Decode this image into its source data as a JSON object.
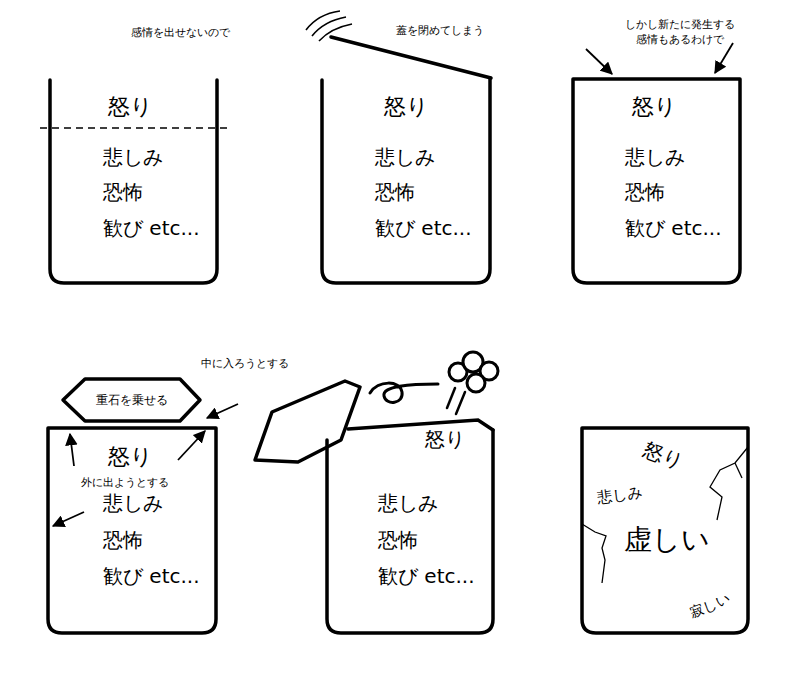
{
  "diagram": {
    "nodes": [
      {
        "text": [
          "怒り",
          "悲しみ",
          "恐怖",
          "歓び etc..."
        ]
      },
      {
        "text": [
          "怒り",
          "悲しみ",
          "恐怖",
          "歓び etc..."
        ]
      },
      {
        "text": [
          "怒り",
          "悲しみ",
          "恐怖",
          "歓び etc..."
        ]
      },
      {
        "text": [
          "重石を乗せる"
        ]
      },
      {
        "text": [
          "怒り",
          "悲しみ",
          "恐怖",
          "歓び etc..."
        ]
      },
      {
        "text": [
          "怒り",
          "悲しみ",
          "恐怖",
          "歓び etc..."
        ]
      },
      {
        "text": [
          "怒り",
          "悲しみ",
          "虚しい",
          "寂しい"
        ]
      }
    ],
    "labels": [
      "感情を出せないので",
      "蓋を閉めてしまう",
      "しかし新たに発生する 感情もあるわけで",
      "中に入ろうとする",
      "外に出ようとする"
    ]
  }
}
